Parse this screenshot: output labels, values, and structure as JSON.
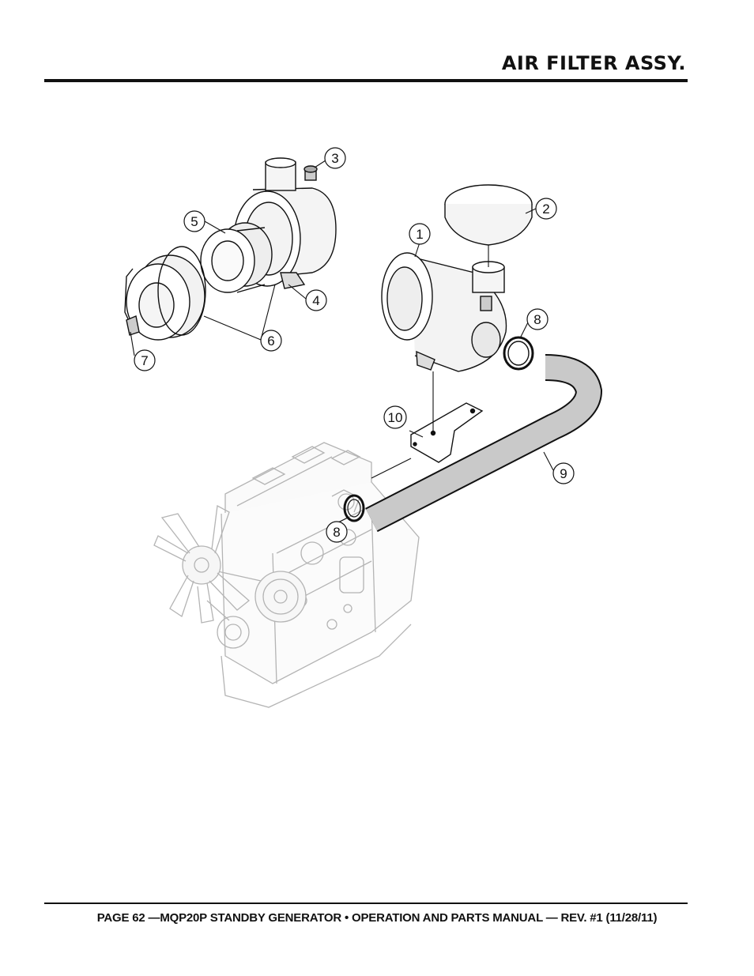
{
  "header": {
    "title": "AIR FILTER ASSY."
  },
  "diagram": {
    "callouts": [
      "1",
      "2",
      "3",
      "4",
      "5",
      "6",
      "7",
      "8",
      "8",
      "9",
      "10"
    ]
  },
  "footer": {
    "text": "PAGE 62 —MQP20P STANDBY GENERATOR • OPERATION AND PARTS MANUAL — REV. #1 (11/28/11)"
  }
}
